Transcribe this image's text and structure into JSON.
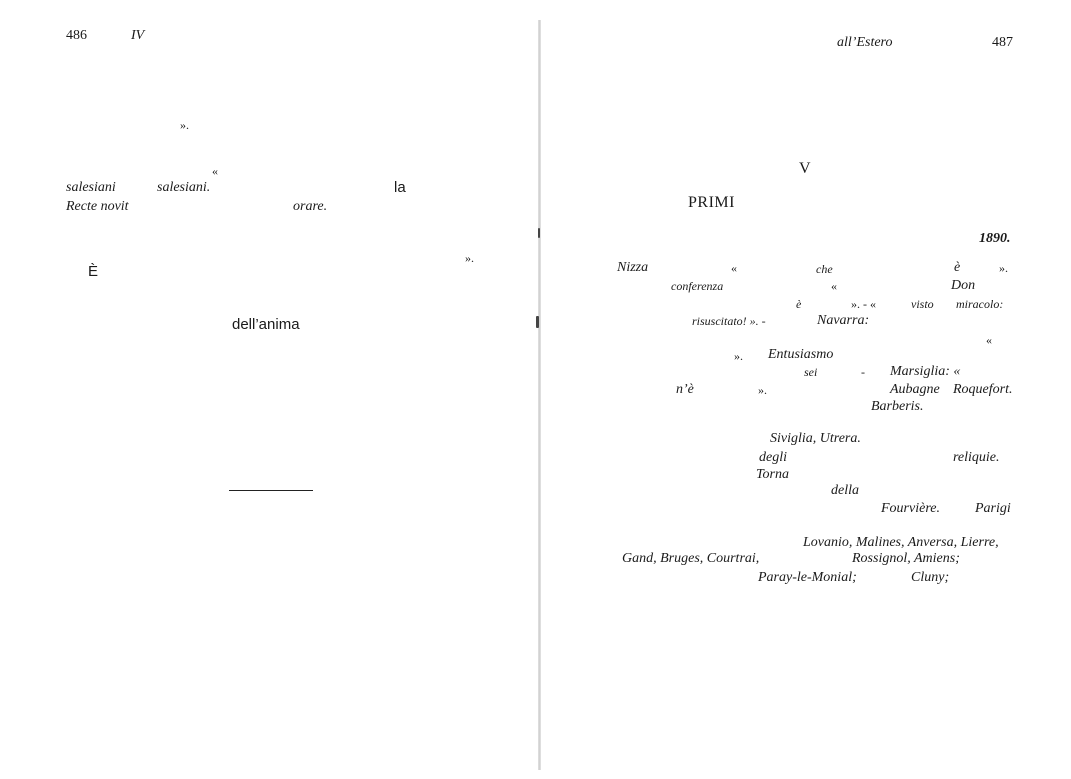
{
  "left_page": {
    "header": {
      "page_number": "486",
      "running_head": "IV"
    },
    "lines": {
      "l1": "».",
      "l2": "«",
      "l3a": "salesiani",
      "l3b": "salesiani.",
      "l3c": "la",
      "l4a": "Recte novit",
      "l4b": "orare.",
      "l5a": "È",
      "l5b": "».",
      "l6": "dell’anima"
    }
  },
  "right_page": {
    "header": {
      "running_head": "all’Estero",
      "page_number": "487"
    },
    "chapter": {
      "numeral": "V",
      "title_word": "PRIMI"
    },
    "year": "1890.",
    "lines": {
      "r1a": "Nizza",
      "r1b": "«",
      "r1c": "che",
      "r1d": "è",
      "r1e": "».",
      "r2a": "conferenza",
      "r2b": "«",
      "r2c": "Don",
      "r3a": "è",
      "r3b": "». - «",
      "r3c": "visto",
      "r3d": "miracolo:",
      "r4a": "risuscitato! ». -",
      "r4b": "Navarra:",
      "r5a": "«",
      "r6a": "».",
      "r6b": "Entusiasmo",
      "r7a": "sei",
      "r7b": "-",
      "r7c": "Marsiglia: «",
      "r8a": "n’è",
      "r8b": "».",
      "r8c": "Aubagne",
      "r8d": "Roquefort.",
      "r9a": "Barberis.",
      "r10a": "Siviglia, Utrera.",
      "r11a": "degli",
      "r11b": "reliquie.",
      "r12a": "Torna",
      "r13a": "della",
      "r14a": "Fourvière.",
      "r14b": "Parigi",
      "r15a": "Lovanio, Malines, Anversa, Lierre,",
      "r16a": "Gand, Bruges, Courtrai,",
      "r16b": "Rossignol, Amiens;",
      "r17a": "Paray-le-Monial;",
      "r17b": "Cluny;"
    }
  }
}
